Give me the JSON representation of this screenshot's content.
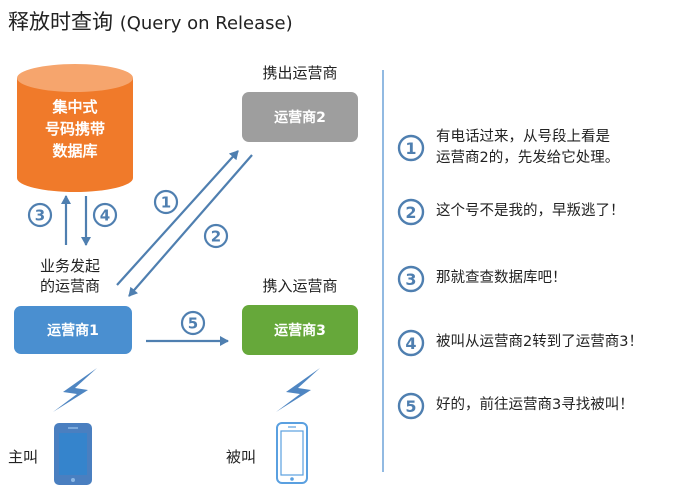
{
  "title": {
    "cn": "释放时查询",
    "en": "(Query on Release)"
  },
  "database": {
    "label_lines": [
      "集中式",
      "号码携带",
      "数据库"
    ]
  },
  "carriers": {
    "originating": {
      "caption_lines": [
        "业务发起",
        "的运营商"
      ],
      "box": "运营商1"
    },
    "donor": {
      "caption": "携出运营商",
      "box": "运营商2"
    },
    "recipient": {
      "caption": "携入运营商",
      "box": "运营商3"
    }
  },
  "arrow_numbers": [
    "3",
    "4",
    "1",
    "2",
    "5"
  ],
  "phones": {
    "caller": "主叫",
    "callee": "被叫"
  },
  "steps": [
    {
      "num": "1",
      "lines": [
        "有电话过来，从号段上看是",
        "运营商2的，先发给它处理。"
      ]
    },
    {
      "num": "2",
      "lines": [
        "这个号不是我的，早叛逃了！"
      ]
    },
    {
      "num": "3",
      "lines": [
        "那就查查数据库吧！"
      ]
    },
    {
      "num": "4",
      "lines": [
        "被叫从运营商2转到了运营商3！"
      ]
    },
    {
      "num": "5",
      "lines": [
        "好的，前往运营商3寻找被叫！"
      ]
    }
  ],
  "colors": {
    "database": "#f07a2a",
    "carrier1": "#4a8fd0",
    "carrier2": "#9e9e9e",
    "carrier3": "#66a83a",
    "arrow": "#4f7fb0",
    "lightning": "#4f86c2",
    "divider": "#6fa3d8"
  }
}
